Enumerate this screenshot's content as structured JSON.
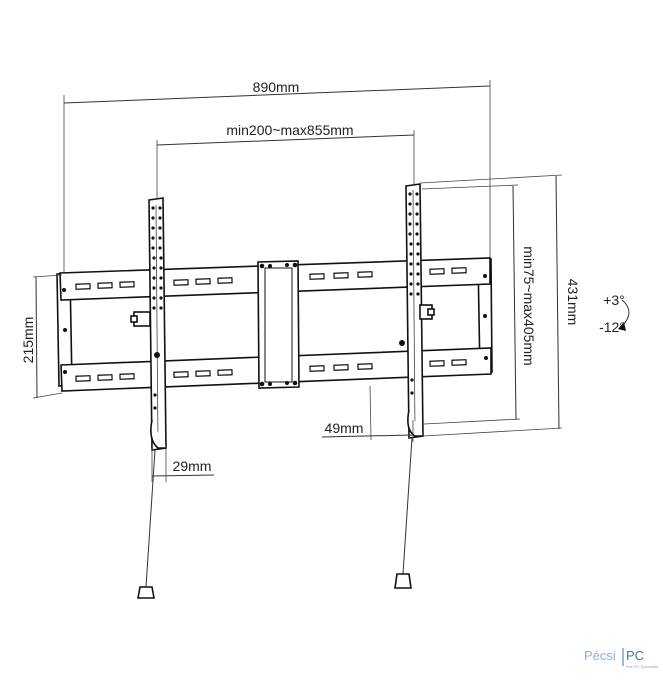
{
  "dimensions": {
    "overall_width": "890mm",
    "arm_spacing": "min200~max855mm",
    "overall_height": "431mm",
    "arm_height": "min75~max405mm",
    "frame_height": "215mm",
    "wall_offset": "49mm",
    "arm_width": "29mm"
  },
  "tilt": {
    "up": "+3°",
    "down": "-12°"
  },
  "logo": {
    "name_left": "Pécsi",
    "name_right": "PC",
    "tagline": "Ihre PC-Spezialist"
  }
}
